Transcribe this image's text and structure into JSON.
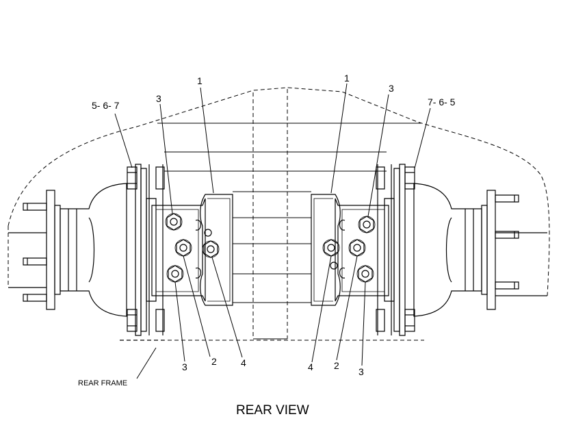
{
  "callouts": {
    "left_5_6_7": "5- 6- 7",
    "left_3_top": "3",
    "left_1": "1",
    "right_1": "1",
    "right_3_top": "3",
    "right_7_6_5": "7- 6- 5",
    "left_3_bottom": "3",
    "left_2": "2",
    "left_4": "4",
    "right_4": "4",
    "right_2": "2",
    "right_3_bottom": "3"
  },
  "labels": {
    "rear_frame": "REAR FRAME",
    "view_title": "REAR VIEW"
  },
  "colors": {
    "ink": "#000000",
    "paper": "#ffffff"
  }
}
